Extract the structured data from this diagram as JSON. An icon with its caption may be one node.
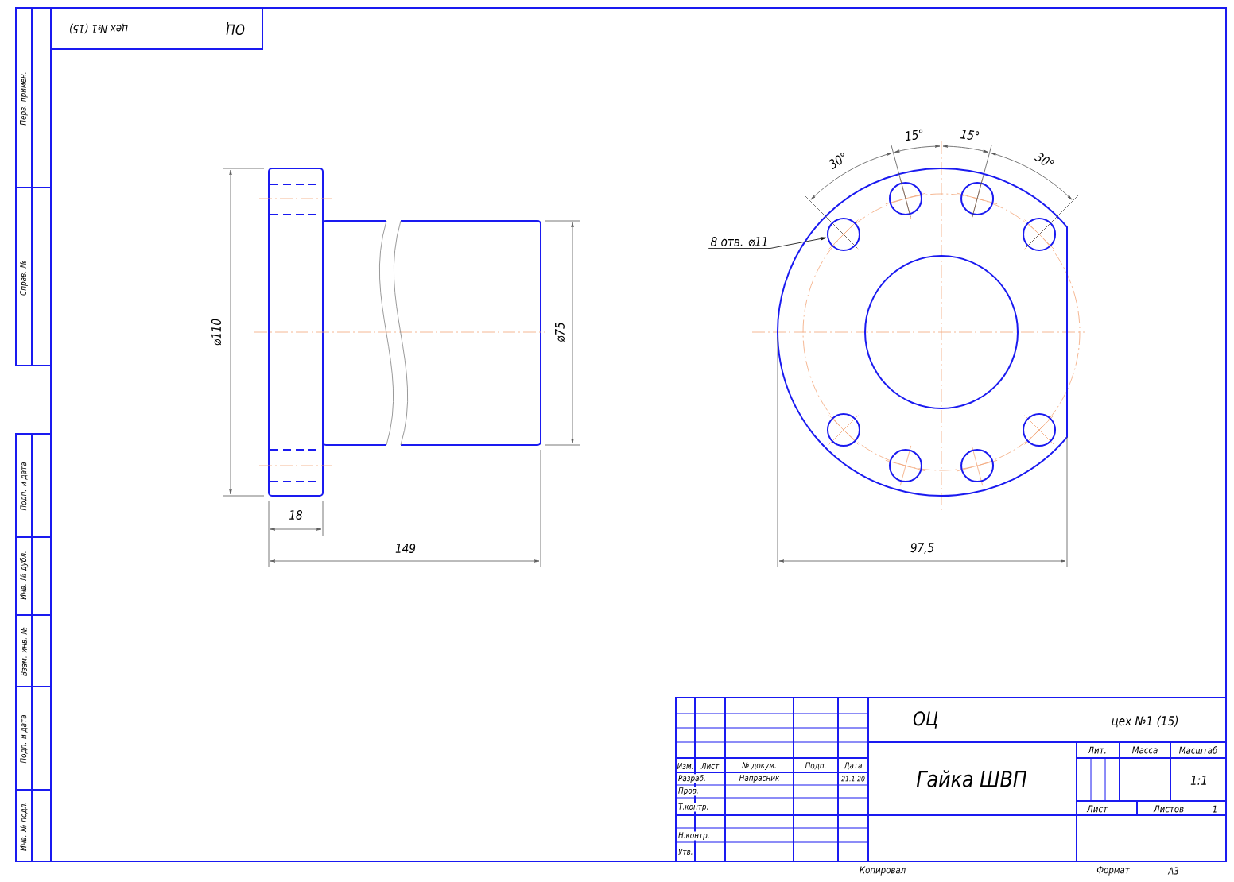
{
  "diagram": {
    "nodes": [
      {
        "text": [
          "8 отв. ⌀11"
        ]
      },
      {
        "text": [],
        "shape": "circle"
      }
    ],
    "edges": [
      {
        "from": 0,
        "to": 1,
        "arrow": "to"
      }
    ],
    "labels": [
      "цех №1 (15)",
      "ОЦ",
      "Перв. примен.",
      "Справ. №",
      "Подп. и дата",
      "Инв. № дубл.",
      "Взам. инв. №",
      "Подп. и дата",
      "Инв. № подл.",
      "30°",
      "15°",
      "15°",
      "30°",
      "⌀110",
      "⌀75",
      "18",
      "149",
      "97,5",
      "ОЦ",
      "цех №1 (15)",
      "Изм.",
      "Лист",
      "№ докум.",
      "Подп.",
      "Дата",
      "Гайка ШВП",
      "Лит.",
      "Масса",
      "Масштаб",
      "Разраб.",
      "Напрасник",
      "21.1.20",
      "1:1",
      "Пров.",
      "Т.контр.",
      "Лист",
      "Листов",
      "1",
      "Н.контр.",
      "Утв.",
      "Копировал",
      "Формат",
      "А3"
    ]
  }
}
